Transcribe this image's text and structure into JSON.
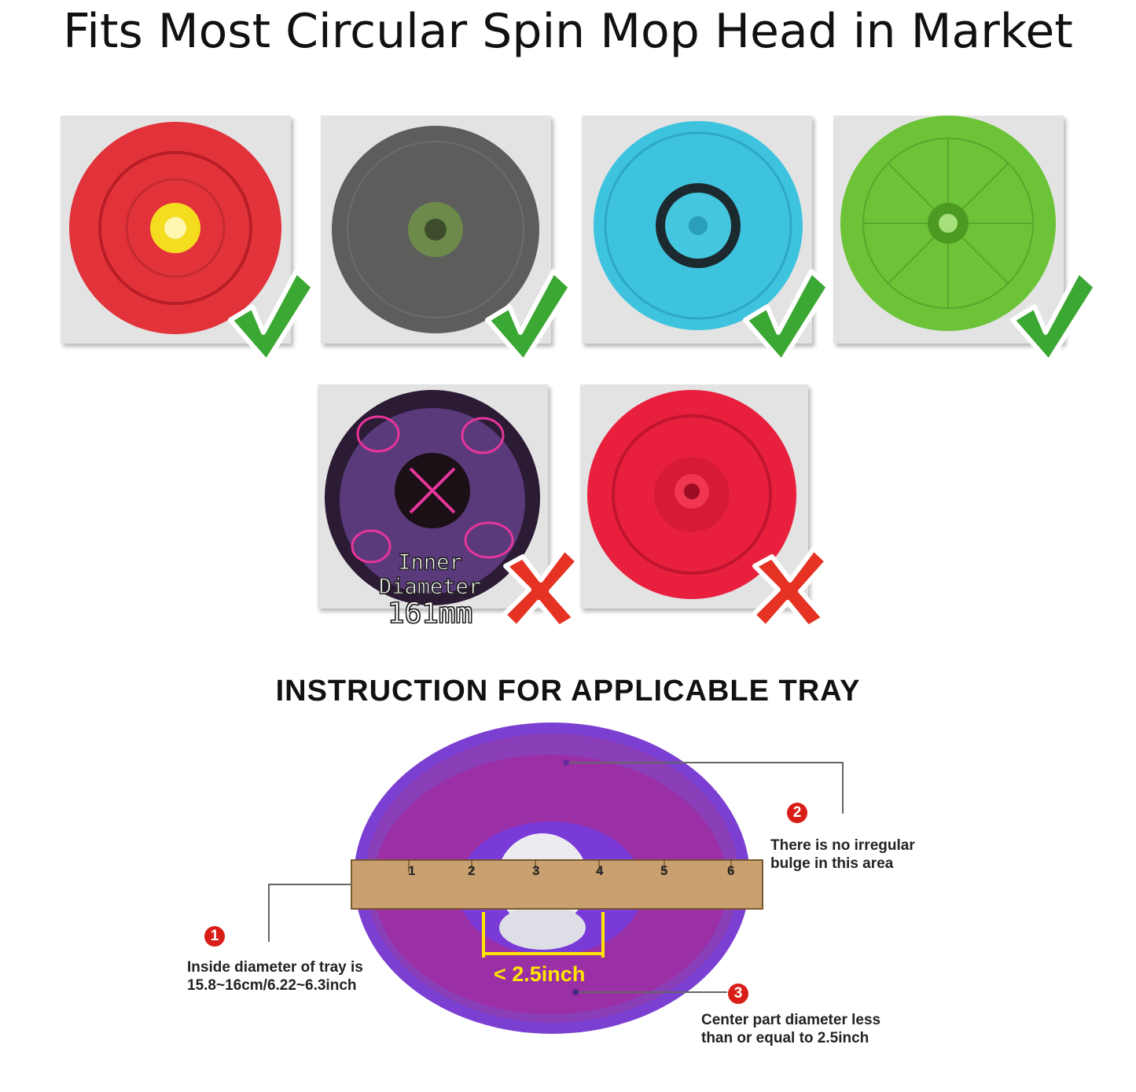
{
  "headline": "Fits Most Circular Spin Mop Head in Market",
  "inner_label": {
    "line1": "Inner",
    "line2": "Diameter",
    "line3": "161mm"
  },
  "section_title": "INSTRUCTION FOR APPLICABLE TRAY",
  "callouts": {
    "one": {
      "number": "1",
      "line1": "Inside diameter of tray is",
      "line2": "15.8~16cm/6.22~6.3inch"
    },
    "two": {
      "number": "2",
      "line1": "There is no irregular",
      "line2": "bulge in this area"
    },
    "three": {
      "number": "3",
      "line1": "Center part diameter less",
      "line2": "than or equal to 2.5inch"
    }
  },
  "measurement": "< 2.5inch",
  "ruler_numbers": [
    "1",
    "2",
    "3",
    "4",
    "5",
    "6"
  ],
  "icons": {
    "fits": "check-icon",
    "not_fit": "cross-icon"
  },
  "colors": {
    "check": "#3aa832",
    "cross": "#e53222",
    "tray": "#8b3fc8",
    "accent": "#ffe600",
    "callout_dot": "#d91e18"
  }
}
